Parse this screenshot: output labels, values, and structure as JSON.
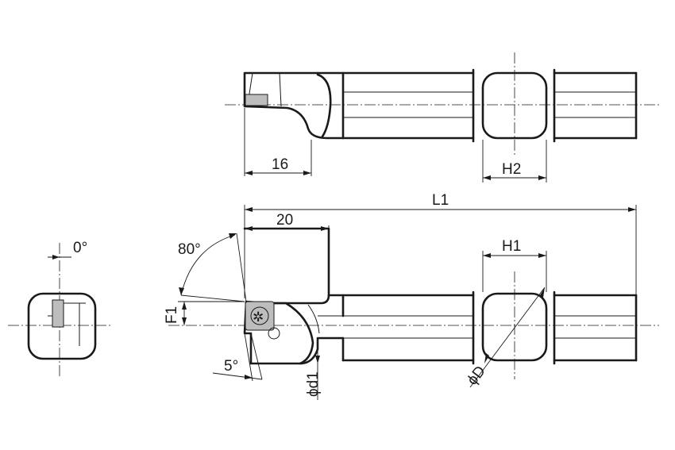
{
  "labels": {
    "dim_16": "16",
    "dim_H2": "H2",
    "dim_L1": "L1",
    "dim_20": "20",
    "dim_H1": "H1",
    "dim_80deg": "80°",
    "dim_0deg": "0°",
    "dim_F1": "F1",
    "dim_5deg": "5°",
    "dim_d1": "ϕd1",
    "dim_D": "ϕD"
  },
  "icons": {
    "insert_screw": "torx-screw-icon",
    "coolant_hole": "circle-icon"
  }
}
